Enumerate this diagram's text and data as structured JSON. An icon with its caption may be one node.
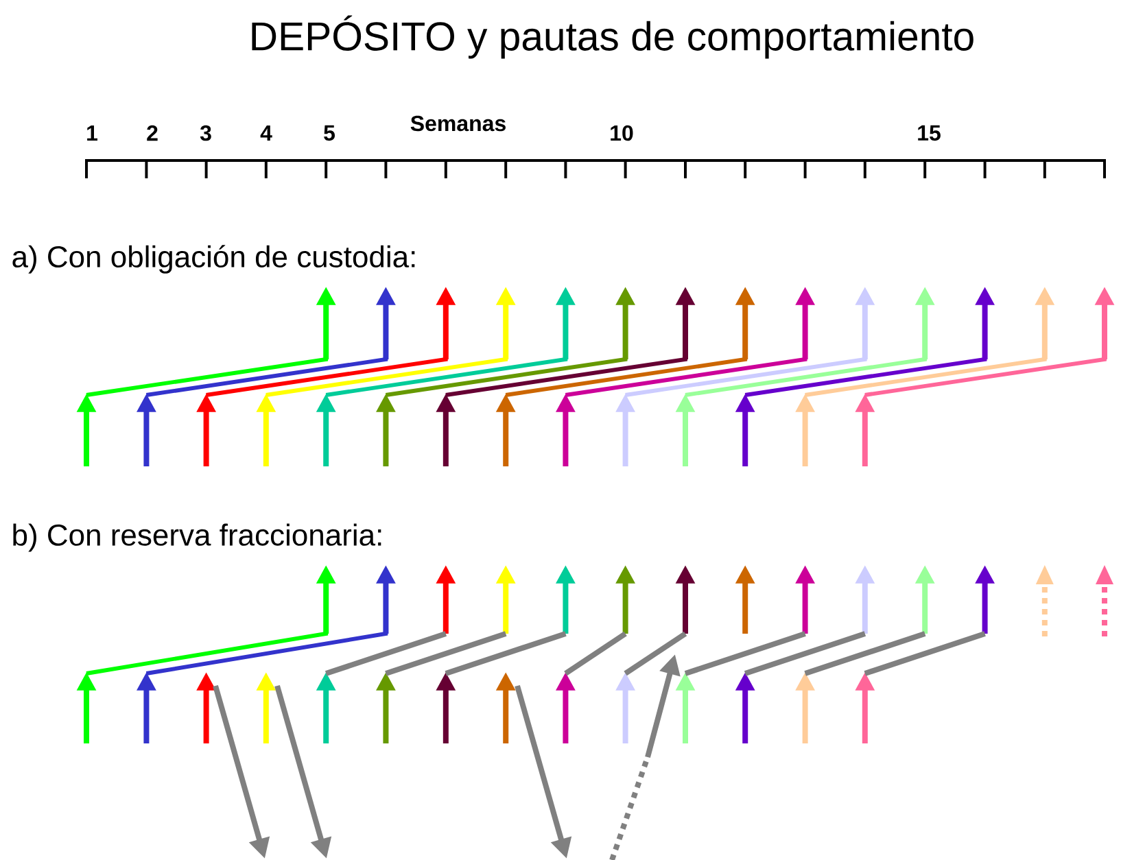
{
  "diagram": {
    "title": "DEPÓSITO y pautas de comportamiento",
    "labels": [
      "1",
      "2",
      "3",
      "4",
      "5",
      "Semanas",
      "10",
      "15",
      "a) Con obligación de custodia:",
      "b) Con reserva fraccionaria:"
    ]
  }
}
